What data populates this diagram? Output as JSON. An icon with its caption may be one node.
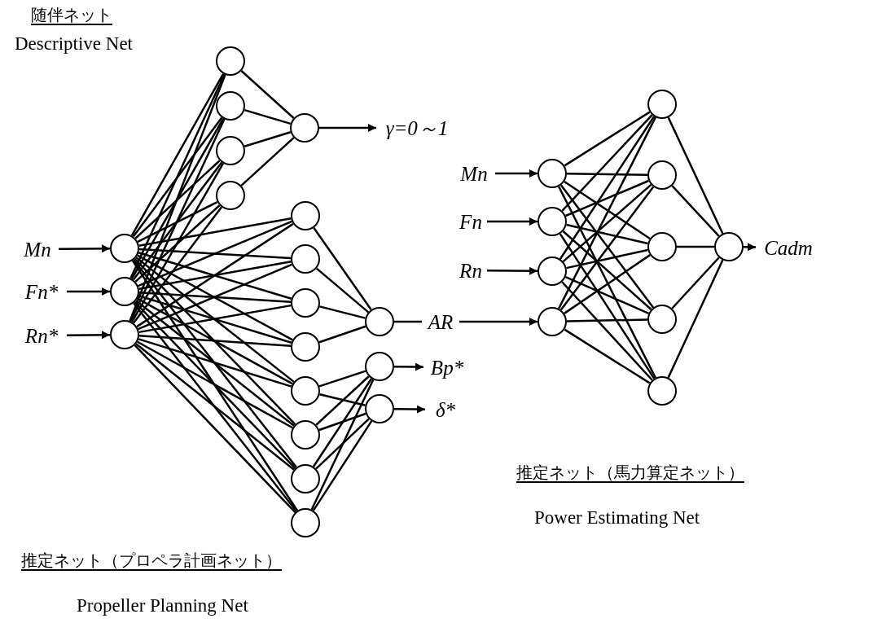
{
  "diagram": {
    "nodes": [
      {
        "text": [
          "Mn"
        ]
      },
      {
        "text": [
          "Fn*"
        ]
      },
      {
        "text": [
          "Rn*"
        ]
      },
      {
        "text": [],
        "shape": "circle"
      },
      {
        "text": [],
        "shape": "circle"
      },
      {
        "text": [],
        "shape": "circle"
      },
      {
        "text": [],
        "shape": "circle"
      },
      {
        "text": [],
        "shape": "circle"
      },
      {
        "text": [],
        "shape": "circle"
      },
      {
        "text": [],
        "shape": "circle"
      },
      {
        "text": [],
        "shape": "circle"
      },
      {
        "text": [
          "γ=0～1"
        ]
      },
      {
        "text": [],
        "shape": "circle"
      },
      {
        "text": [],
        "shape": "circle"
      },
      {
        "text": [],
        "shape": "circle"
      },
      {
        "text": [],
        "shape": "circle"
      },
      {
        "text": [],
        "shape": "circle"
      },
      {
        "text": [],
        "shape": "circle"
      },
      {
        "text": [],
        "shape": "circle"
      },
      {
        "text": [],
        "shape": "circle"
      },
      {
        "text": [],
        "shape": "circle"
      },
      {
        "text": [],
        "shape": "circle"
      },
      {
        "text": [],
        "shape": "circle"
      },
      {
        "text": [
          "AR"
        ]
      },
      {
        "text": [
          "Bp*"
        ]
      },
      {
        "text": [
          "δ*"
        ]
      },
      {
        "text": [
          "Mn"
        ]
      },
      {
        "text": [
          "Fn"
        ]
      },
      {
        "text": [
          "Rn"
        ]
      },
      {
        "text": [],
        "shape": "circle"
      },
      {
        "text": [],
        "shape": "circle"
      },
      {
        "text": [],
        "shape": "circle"
      },
      {
        "text": [],
        "shape": "circle"
      },
      {
        "text": [],
        "shape": "circle"
      },
      {
        "text": [],
        "shape": "circle"
      },
      {
        "text": [],
        "shape": "circle"
      },
      {
        "text": [],
        "shape": "circle"
      },
      {
        "text": [],
        "shape": "circle"
      },
      {
        "text": [],
        "shape": "circle"
      },
      {
        "text": [
          "Cadm"
        ]
      }
    ],
    "edges": [
      {
        "from": 0,
        "to": 3,
        "arrow": "to"
      },
      {
        "from": 1,
        "to": 4,
        "arrow": "to"
      },
      {
        "from": 2,
        "to": 5,
        "arrow": "to"
      },
      {
        "from": 3,
        "to": 6,
        "arrow": "none"
      },
      {
        "from": 3,
        "to": 7,
        "arrow": "none"
      },
      {
        "from": 3,
        "to": 8,
        "arrow": "none"
      },
      {
        "from": 3,
        "to": 9,
        "arrow": "none"
      },
      {
        "from": 4,
        "to": 6,
        "arrow": "none"
      },
      {
        "from": 4,
        "to": 7,
        "arrow": "none"
      },
      {
        "from": 4,
        "to": 8,
        "arrow": "none"
      },
      {
        "from": 4,
        "to": 9,
        "arrow": "none"
      },
      {
        "from": 5,
        "to": 6,
        "arrow": "none"
      },
      {
        "from": 5,
        "to": 7,
        "arrow": "none"
      },
      {
        "from": 5,
        "to": 8,
        "arrow": "none"
      },
      {
        "from": 5,
        "to": 9,
        "arrow": "none"
      },
      {
        "from": 3,
        "to": 12,
        "arrow": "none"
      },
      {
        "from": 3,
        "to": 13,
        "arrow": "none"
      },
      {
        "from": 3,
        "to": 14,
        "arrow": "none"
      },
      {
        "from": 3,
        "to": 15,
        "arrow": "none"
      },
      {
        "from": 3,
        "to": 16,
        "arrow": "none"
      },
      {
        "from": 3,
        "to": 17,
        "arrow": "none"
      },
      {
        "from": 3,
        "to": 18,
        "arrow": "none"
      },
      {
        "from": 3,
        "to": 19,
        "arrow": "none"
      },
      {
        "from": 4,
        "to": 12,
        "arrow": "none"
      },
      {
        "from": 4,
        "to": 13,
        "arrow": "none"
      },
      {
        "from": 4,
        "to": 14,
        "arrow": "none"
      },
      {
        "from": 4,
        "to": 15,
        "arrow": "none"
      },
      {
        "from": 4,
        "to": 16,
        "arrow": "none"
      },
      {
        "from": 4,
        "to": 17,
        "arrow": "none"
      },
      {
        "from": 4,
        "to": 18,
        "arrow": "none"
      },
      {
        "from": 4,
        "to": 19,
        "arrow": "none"
      },
      {
        "from": 5,
        "to": 12,
        "arrow": "none"
      },
      {
        "from": 5,
        "to": 13,
        "arrow": "none"
      },
      {
        "from": 5,
        "to": 14,
        "arrow": "none"
      },
      {
        "from": 5,
        "to": 15,
        "arrow": "none"
      },
      {
        "from": 5,
        "to": 16,
        "arrow": "none"
      },
      {
        "from": 5,
        "to": 17,
        "arrow": "none"
      },
      {
        "from": 5,
        "to": 18,
        "arrow": "none"
      },
      {
        "from": 5,
        "to": 19,
        "arrow": "none"
      },
      {
        "from": 6,
        "to": 10,
        "arrow": "none"
      },
      {
        "from": 7,
        "to": 10,
        "arrow": "none"
      },
      {
        "from": 8,
        "to": 10,
        "arrow": "none"
      },
      {
        "from": 9,
        "to": 10,
        "arrow": "none"
      },
      {
        "from": 10,
        "to": 11,
        "arrow": "to"
      },
      {
        "from": 12,
        "to": 20,
        "arrow": "none"
      },
      {
        "from": 13,
        "to": 20,
        "arrow": "none"
      },
      {
        "from": 14,
        "to": 20,
        "arrow": "none"
      },
      {
        "from": 15,
        "to": 20,
        "arrow": "none"
      },
      {
        "from": 16,
        "to": 21,
        "arrow": "none"
      },
      {
        "from": 17,
        "to": 21,
        "arrow": "none"
      },
      {
        "from": 18,
        "to": 21,
        "arrow": "none"
      },
      {
        "from": 19,
        "to": 21,
        "arrow": "none"
      },
      {
        "from": 16,
        "to": 22,
        "arrow": "none"
      },
      {
        "from": 17,
        "to": 22,
        "arrow": "none"
      },
      {
        "from": 18,
        "to": 22,
        "arrow": "none"
      },
      {
        "from": 19,
        "to": 22,
        "arrow": "none"
      },
      {
        "from": 20,
        "to": 23,
        "arrow": "none"
      },
      {
        "from": 21,
        "to": 24,
        "arrow": "to"
      },
      {
        "from": 22,
        "to": 25,
        "arrow": "to"
      },
      {
        "from": 23,
        "to": 32,
        "arrow": "to"
      },
      {
        "from": 26,
        "to": 29,
        "arrow": "to"
      },
      {
        "from": 27,
        "to": 30,
        "arrow": "to"
      },
      {
        "from": 28,
        "to": 31,
        "arrow": "to"
      },
      {
        "from": 29,
        "to": 33,
        "arrow": "none"
      },
      {
        "from": 29,
        "to": 34,
        "arrow": "none"
      },
      {
        "from": 29,
        "to": 35,
        "arrow": "none"
      },
      {
        "from": 29,
        "to": 36,
        "arrow": "none"
      },
      {
        "from": 29,
        "to": 37,
        "arrow": "none"
      },
      {
        "from": 30,
        "to": 33,
        "arrow": "none"
      },
      {
        "from": 30,
        "to": 34,
        "arrow": "none"
      },
      {
        "from": 30,
        "to": 35,
        "arrow": "none"
      },
      {
        "from": 30,
        "to": 36,
        "arrow": "none"
      },
      {
        "from": 30,
        "to": 37,
        "arrow": "none"
      },
      {
        "from": 31,
        "to": 33,
        "arrow": "none"
      },
      {
        "from": 31,
        "to": 34,
        "arrow": "none"
      },
      {
        "from": 31,
        "to": 35,
        "arrow": "none"
      },
      {
        "from": 31,
        "to": 36,
        "arrow": "none"
      },
      {
        "from": 31,
        "to": 37,
        "arrow": "none"
      },
      {
        "from": 32,
        "to": 33,
        "arrow": "none"
      },
      {
        "from": 32,
        "to": 34,
        "arrow": "none"
      },
      {
        "from": 32,
        "to": 35,
        "arrow": "none"
      },
      {
        "from": 32,
        "to": 36,
        "arrow": "none"
      },
      {
        "from": 32,
        "to": 37,
        "arrow": "none"
      },
      {
        "from": 33,
        "to": 38,
        "arrow": "none"
      },
      {
        "from": 34,
        "to": 38,
        "arrow": "none"
      },
      {
        "from": 35,
        "to": 38,
        "arrow": "none"
      },
      {
        "from": 36,
        "to": 38,
        "arrow": "none"
      },
      {
        "from": 37,
        "to": 38,
        "arrow": "none"
      },
      {
        "from": 38,
        "to": 39,
        "arrow": "to"
      }
    ],
    "labels": [
      "随伴ネット",
      "Descriptive Net",
      "推定ネット（馬力算定ネット）",
      "Power Estimating Net",
      "推定ネット（プロペラ計画ネット）",
      "Propeller Planning Net"
    ]
  }
}
